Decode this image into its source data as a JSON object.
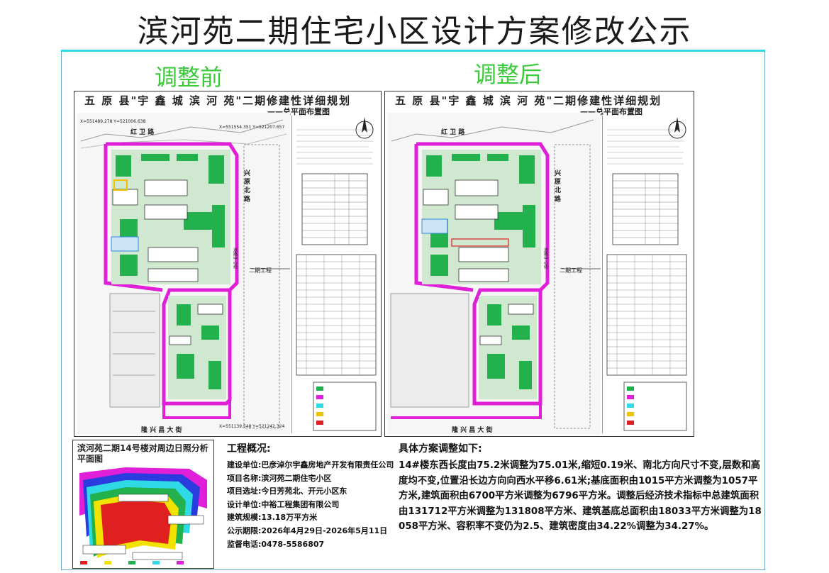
{
  "title": "滨河苑二期住宅小区设计方案修改公示",
  "label_before": "调整前",
  "label_after": "调整后",
  "plan_before": {
    "title": "五 原 县\"宇 鑫 城 滨 河 苑\"二期修建性详细规划",
    "subtitle": "——总平面布置图",
    "road_top": "红  卫  路",
    "road_east": "兴  原  北  路",
    "road_bottom": "隆  兴  昌  大  街",
    "phase_label": "二期工程",
    "center_label": "道路中心线",
    "coord_a": "X=551489.278 Y=521006.638",
    "coord_b": "X=551554.351 Y=521207.657",
    "coord_c": "X=551139.548 Y=521242.324"
  },
  "plan_after": {
    "title": "五 原 县\"宇 鑫 城 滨 河 苑\"二期修建性详细规划",
    "subtitle": "——总平面布置图",
    "road_top": "红  卫  路",
    "road_east": "兴  原  北  路",
    "road_bottom": "隆  兴  昌  大  街",
    "phase_label": "二期工程",
    "center_label": "道路中心线"
  },
  "sunlight": {
    "title": "滨河苑二期14号楼对周边日照分析平面图"
  },
  "overview": {
    "heading": "工程概况:",
    "rows": [
      {
        "label": "建设单位:",
        "value": "巴彦淖尔宇鑫房地产开发有限责任公司"
      },
      {
        "label": "项目名称:",
        "value": "滨河苑二期住宅小区"
      },
      {
        "label": "项目选址:",
        "value": "今日芳苑北、开元小区东"
      },
      {
        "label": "设计单位:",
        "value": "中裕工程集团有限公司"
      },
      {
        "label": "建筑规模:",
        "value": "13.18万平方米"
      },
      {
        "label": "公示期限:",
        "value": "2026年4月29日-2026年5月11日"
      },
      {
        "label": "监督电话:",
        "value": "0478-5586807"
      }
    ]
  },
  "adjustment": {
    "heading": "具体方案调整如下:",
    "body": "14#楼东西长度由75.2米调整为75.01米,缩短0.19米、南北方向尺寸不变,层数和高度均不变,位置沿长边方向向西水平移6.61米;基底面积由1015平方米调整为1057平方米,建筑面积由6700平方米调整为6796平方米。调整后经济技术指标中总建筑面积由131712平方米调整为131808平方米、建筑基底总面积由18033平方米调整为18058平方米、容积率不变仍为2.5、建筑密度由34.22%调整为34.27%。"
  },
  "colors": {
    "accent_green": "#3cc93c",
    "boundary_magenta": "#e01fd8",
    "plan_green": "#22b14c",
    "cyan_rule": "#2fd9e6"
  }
}
